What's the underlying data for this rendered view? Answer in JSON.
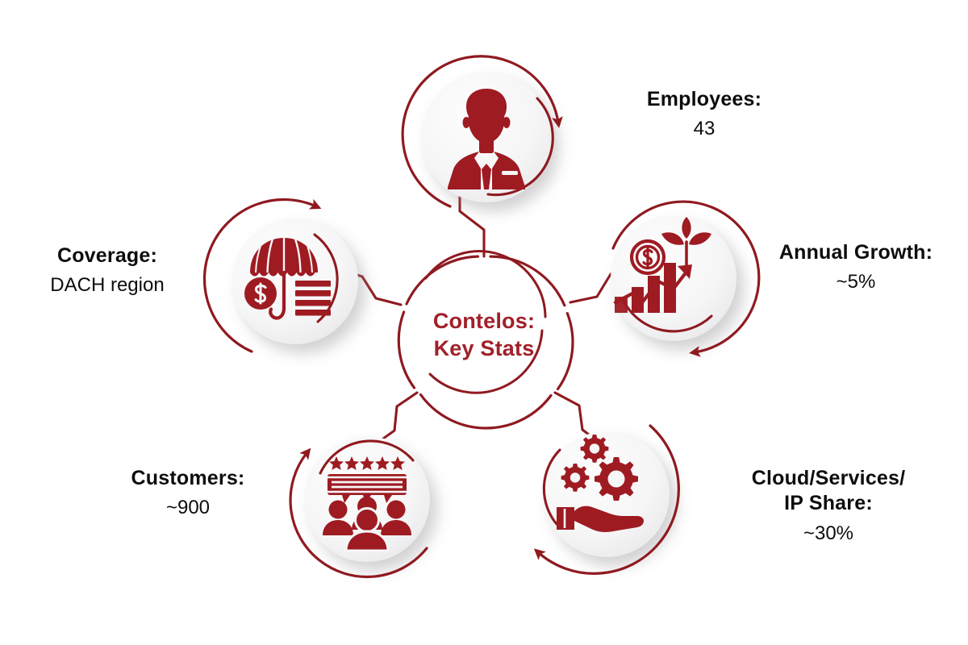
{
  "theme": {
    "background": "#ffffff",
    "accent_red": "#9E1B22",
    "arc_red": "#8F1A20",
    "text_black": "#0d0d0d",
    "disc_fill": "#F5F5F6"
  },
  "center": {
    "title_line1": "Contelos:",
    "title_line2": "Key Stats",
    "title": "Contelos:\nKey Stats"
  },
  "nodes": [
    {
      "id": "employees",
      "icon": "businessman-icon",
      "label": "Employees:",
      "value": "43",
      "position": "top"
    },
    {
      "id": "annual-growth",
      "icon": "growth-chart-icon",
      "label": "Annual Growth:",
      "value": "~5%",
      "position": "right-top"
    },
    {
      "id": "cloud-services-ip-share",
      "icon": "hand-gears-icon",
      "label": "Cloud/Services/\nIP Share:",
      "value": "~30%",
      "position": "right-bottom"
    },
    {
      "id": "customers",
      "icon": "customer-review-icon",
      "label": "Customers:",
      "value": "~900",
      "position": "left-bottom"
    },
    {
      "id": "coverage",
      "icon": "umbrella-money-icon",
      "label": "Coverage:",
      "value": "DACH region",
      "position": "left-top"
    }
  ]
}
